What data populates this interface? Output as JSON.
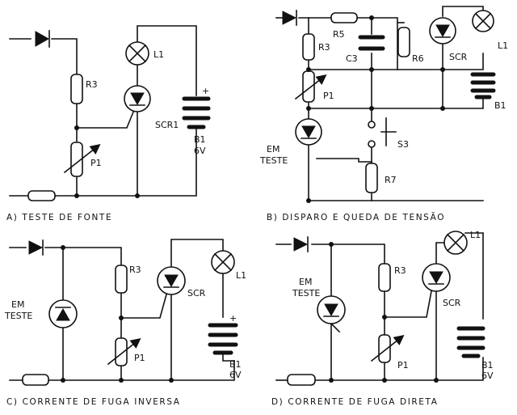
{
  "panels": [
    {
      "caption": "A)  TESTE  DE  FONTE",
      "labels": {
        "r3": "R3",
        "l1": "L1",
        "scr": "SCR1",
        "p1": "P1",
        "bat": "B1",
        "volt": "6V",
        "plus": "+"
      }
    },
    {
      "caption": "B)  DISPARO  E  QUEDA  DE  TENSÃO",
      "labels": {
        "r5": "R5",
        "r3": "R3",
        "c3": "C3",
        "r6": "R6",
        "scr": "SCR",
        "l1": "L1",
        "p1": "P1",
        "b1": "B1",
        "em": "EM",
        "teste": "TESTE",
        "s3": "S3",
        "r7": "R7"
      }
    },
    {
      "caption": "C)  CORRENTE  DE  FUGA  INVERSA",
      "labels": {
        "em": "EM",
        "teste": "TESTE",
        "r3": "R3",
        "scr": "SCR",
        "l1": "L1",
        "p1": "P1",
        "bat": "B1",
        "volt": "6V",
        "plus": "+"
      }
    },
    {
      "caption": "D)  CORRENTE  DE  FUGA  DIRETA",
      "labels": {
        "em": "EM",
        "teste": "TESTE",
        "r3": "R3",
        "scr": "SCR",
        "l1": "L1",
        "p1": "P1",
        "bat": "B1",
        "volt": "6V"
      }
    }
  ]
}
